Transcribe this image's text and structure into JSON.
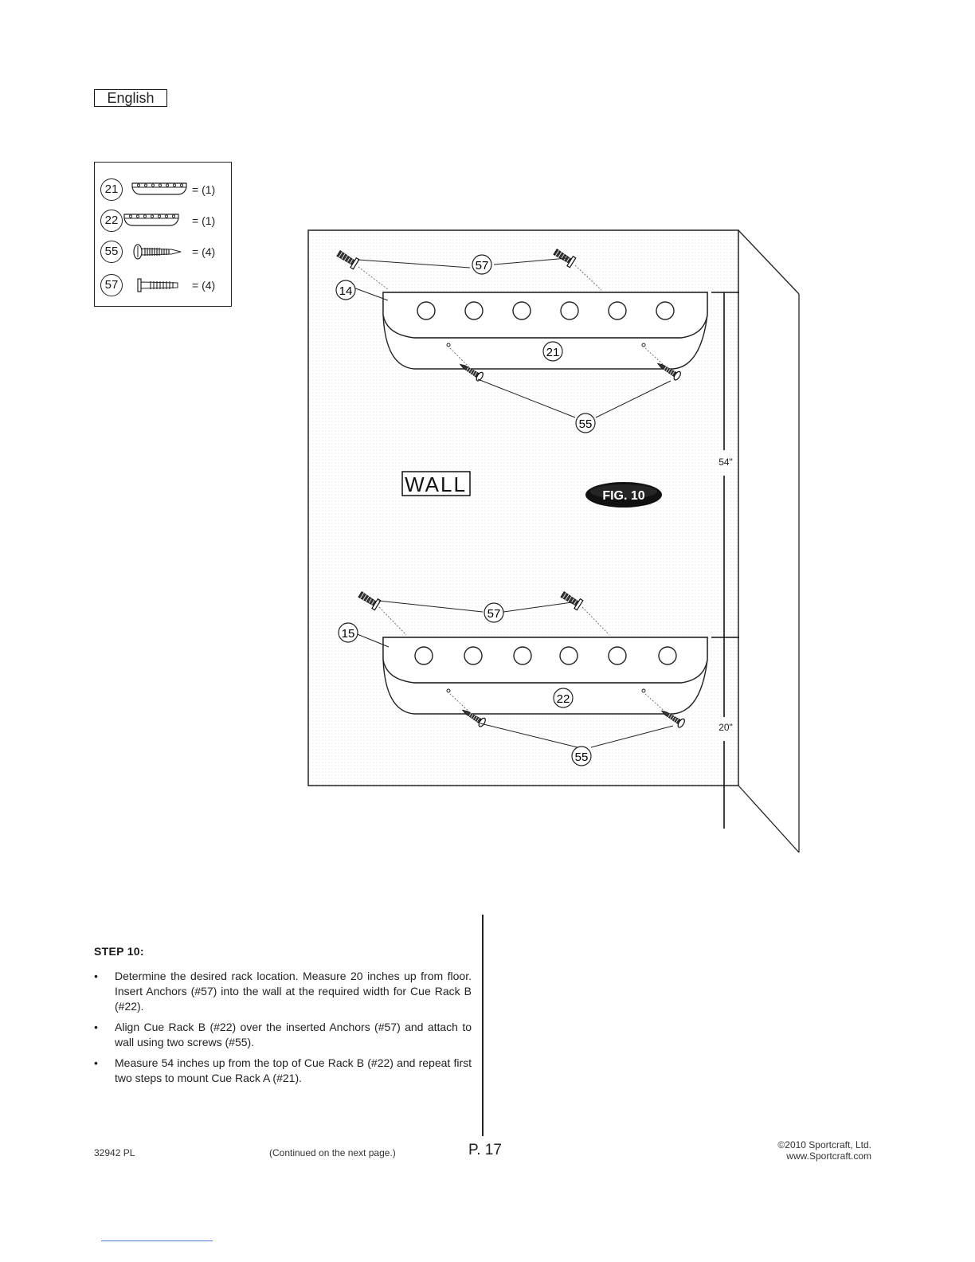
{
  "header": {
    "language": "English"
  },
  "parts_list": [
    {
      "number": "21",
      "quantity": "= (1)",
      "icon": "cue-rack-icon"
    },
    {
      "number": "22",
      "quantity": "= (1)",
      "icon": "cue-rack-icon"
    },
    {
      "number": "55",
      "quantity": "= (4)",
      "icon": "screw-icon"
    },
    {
      "number": "57",
      "quantity": "= (4)",
      "icon": "anchor-icon"
    }
  ],
  "figure": {
    "wall_label": "WALL",
    "fig_label": "FIG. 10",
    "top_rack": {
      "anchor_callout": "57",
      "rack_callout": "14",
      "part_callout": "21",
      "screw_callout": "55"
    },
    "bottom_rack": {
      "anchor_callout": "57",
      "rack_callout": "15",
      "part_callout": "22",
      "screw_callout": "55"
    },
    "dim_upper": "54\"",
    "dim_lower": "20\""
  },
  "step": {
    "title": "STEP 10:",
    "bullets": [
      "Determine the desired rack location. Measure 20 inches up from floor. Insert Anchors (#57) into the wall at the required width for Cue Rack B (#22).",
      "Align Cue Rack B (#22) over the inserted Anchors (#57) and attach to wall using two screws (#55).",
      "Measure 54 inches up from the top of Cue Rack B (#22) and repeat first two steps to mount Cue Rack A (#21)."
    ]
  },
  "footer": {
    "model": "32942 PL",
    "continued": "(Continued on the next page.)",
    "page": "P. 17",
    "copyright": "©2010 Sportcraft, Ltd.",
    "website": "www.Sportcraft.com"
  }
}
